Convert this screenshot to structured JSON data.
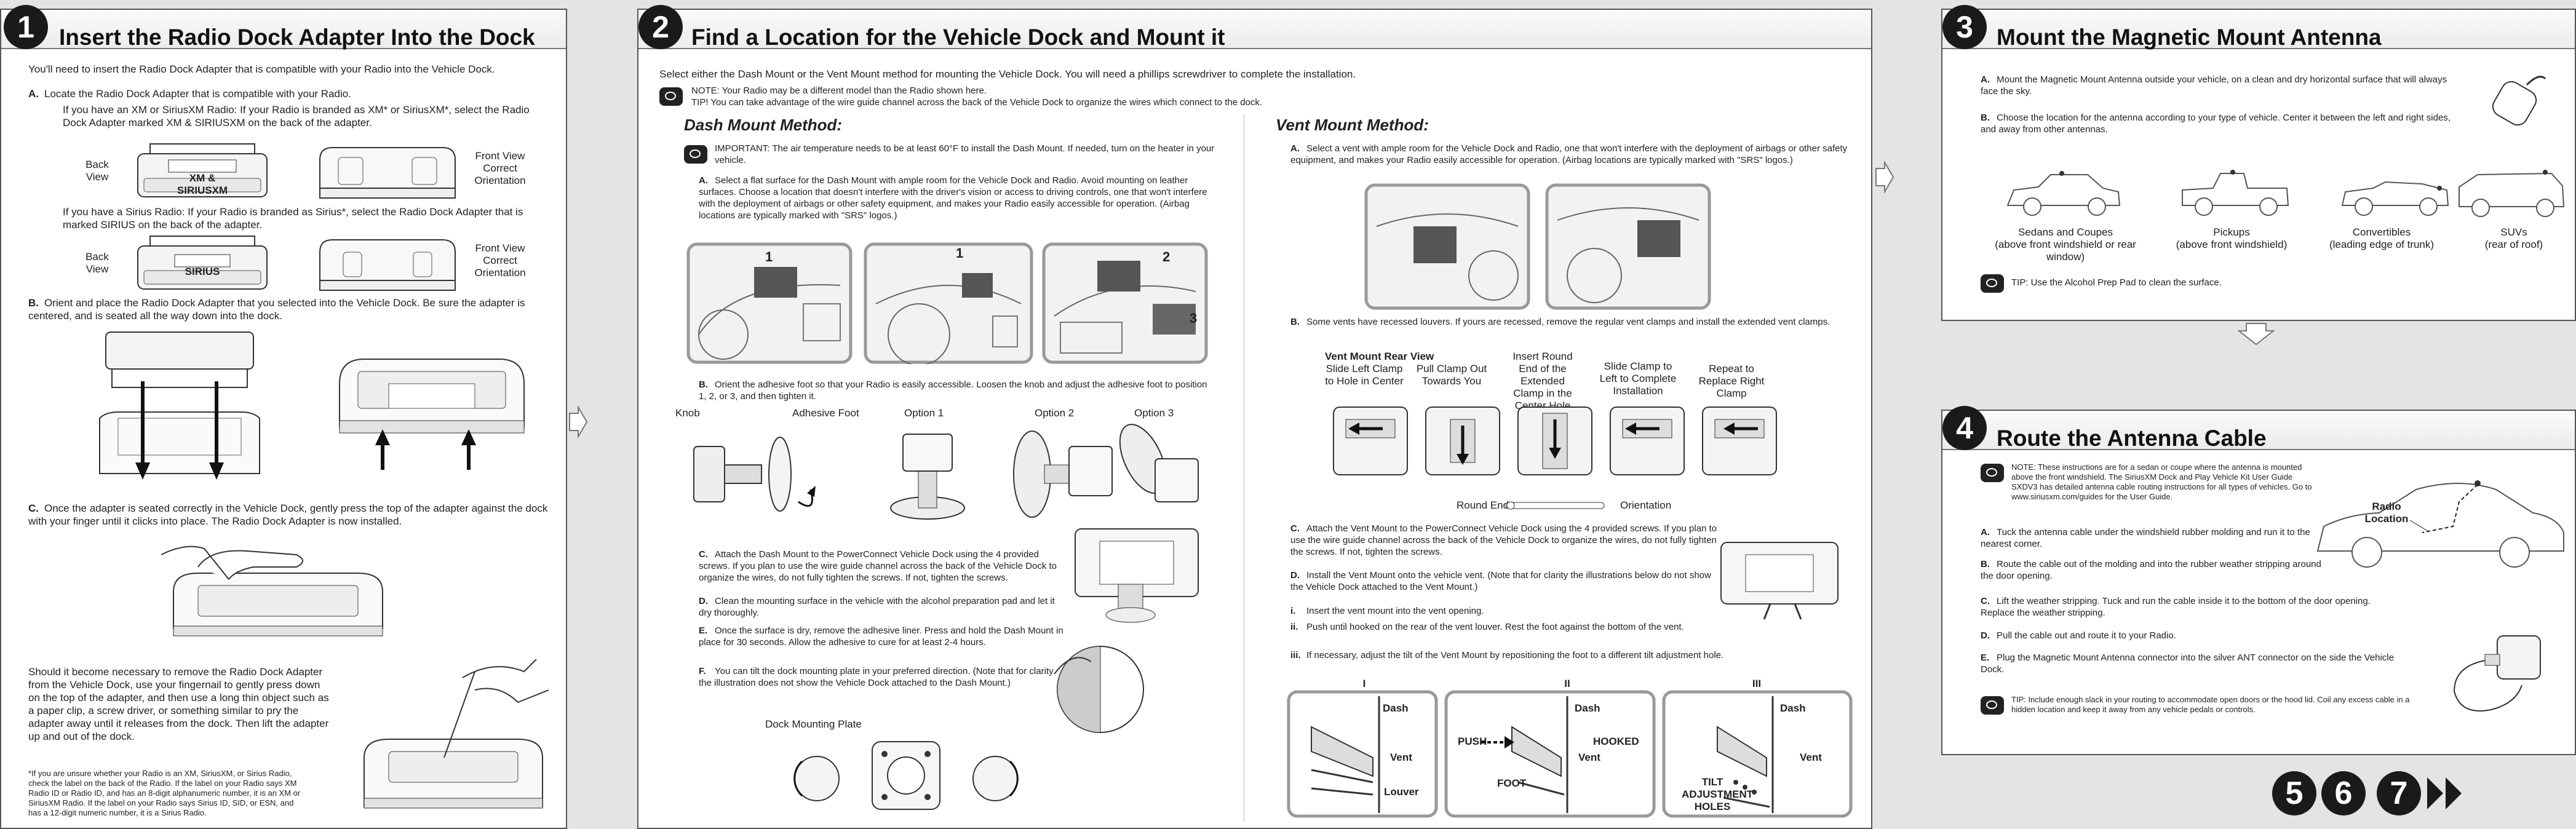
{
  "step1": {
    "number": "1",
    "title": "Insert the Radio Dock Adapter Into the Dock",
    "intro": "You'll need to insert the Radio Dock Adapter that is compatible with your Radio into the Vehicle Dock.",
    "a_mark": "A.",
    "a_text": "Locate the Radio Dock Adapter that is compatible with your Radio.",
    "xm_text": "If you have an XM or SiriusXM Radio: If your Radio is branded as XM* or SiriusXM*, select the Radio Dock Adapter marked XM & SIRIUSXM on the back of the adapter.",
    "back_view": "Back View",
    "front_view": "Front View Correct Orientation",
    "xm_adapter_label": "XM & SIRIUSXM",
    "sirius_text": "If you have a Sirius Radio: If your Radio is branded as Sirius*, select the Radio Dock Adapter that is marked SIRIUS on the back of the adapter.",
    "sirius_adapter_label": "SIRIUS",
    "b_mark": "B.",
    "b_text": "Orient and place the Radio Dock Adapter that you selected into the Vehicle Dock. Be sure the adapter is centered, and is seated all the way down into the dock.",
    "c_mark": "C.",
    "c_text": "Once the adapter is seated correctly in the Vehicle Dock, gently press the top of the adapter against the dock with your finger until it clicks into place. The Radio Dock Adapter is now installed.",
    "remove_text": "Should it become necessary to remove the Radio Dock Adapter from the Vehicle Dock, use your fingernail to gently press down on the top of the adapter, and then use a long thin object such as a paper clip, a screw driver, or something similar to pry the adapter away until it releases from the dock. Then lift the adapter up and out of the dock.",
    "footnote": "*If you are unsure whether your Radio is an XM, SiriusXM, or Sirius Radio, check the label on the back of the Radio. If the label on your Radio says XM Radio ID or Radio ID, and has an 8-digit alphanumeric number, it is an XM or SiriusXM Radio. If the label on your Radio says Sirius ID, SID, or ESN, and has a 12-digit numeric number, it is a Sirius Radio."
  },
  "step2": {
    "number": "2",
    "title": "Find a Location for the Vehicle Dock and Mount it",
    "intro": "Select either the Dash Mount or the Vent Mount method for mounting the Vehicle Dock. You will need a phillips screwdriver to complete the installation.",
    "note": "NOTE: Your Radio may be a different model than the Radio shown here.",
    "tip": "TIP! You can take advantage of the wire guide channel across the back of the Vehicle Dock to organize the wires which connect to the dock.",
    "dash": {
      "heading": "Dash Mount Method:",
      "important": "IMPORTANT: The air temperature needs to be at least 60°F to install the Dash Mount. If needed, turn on the heater in your vehicle.",
      "a_mark": "A.",
      "a_text": "Select a flat surface for the Dash Mount with ample room for the Vehicle Dock and Radio. Avoid mounting on leather surfaces. Choose a location that doesn't interfere with the driver's vision or access to driving controls, one that won't interfere with the deployment of airbags or other safety equipment, and makes your Radio easily accessible for operation. (Airbag locations are typically marked with \"SRS\" logos.)",
      "photo_labels": [
        "1",
        "1",
        "2",
        "3"
      ],
      "b_mark": "B.",
      "b_text": "Orient the adhesive foot so that your Radio is easily accessible. Loosen the knob and adjust the adhesive foot to position 1, 2, or 3, and then tighten it.",
      "knob": "Knob",
      "adhesive_foot": "Adhesive Foot",
      "option1": "Option 1",
      "option2": "Option 2",
      "option3": "Option 3",
      "c_mark": "C.",
      "c_text": "Attach the Dash Mount to the PowerConnect Vehicle Dock using the 4 provided screws. If you plan to use the wire guide channel across the back of the Vehicle Dock to organize the wires, do not fully tighten the screws. If not, tighten the screws.",
      "d_mark": "D.",
      "d_text": "Clean the mounting surface in the vehicle with the alcohol preparation pad and let it dry thoroughly.",
      "e_mark": "E.",
      "e_text": "Once the surface is dry, remove the adhesive liner. Press and hold the Dash Mount in place for 30 seconds. Allow the adhesive to cure for at least 2-4 hours.",
      "f_mark": "F.",
      "f_text": "You can tilt the dock mounting plate in your preferred direction. (Note that for clarity the illustration does not show the Vehicle Dock attached to the Dash Mount.)",
      "plate_label": "Dock Mounting Plate"
    },
    "vent": {
      "heading": "Vent Mount Method:",
      "a_mark": "A.",
      "a_text": "Select a vent with ample room for the Vehicle Dock and Radio, one that won't interfere with the deployment of airbags or other safety equipment, and makes your Radio easily accessible for operation. (Airbag locations are typically marked with \"SRS\" logos.)",
      "b_mark": "B.",
      "b_text": "Some vents have recessed louvers. If yours are recessed, remove the regular vent clamps and install the extended vent clamps.",
      "rear_view": "Vent Mount Rear View",
      "steps": [
        "Slide Left Clamp to Hole in Center",
        "Pull Clamp Out Towards You",
        "Insert Round End of the Extended Clamp in the Center Hole",
        "Slide Clamp to Left to Complete Installation",
        "Repeat to Replace Right Clamp"
      ],
      "round_end": "Round End",
      "orientation": "Orientation",
      "c_mark": "C.",
      "c_text": "Attach the Vent Mount to the PowerConnect Vehicle Dock using the 4 provided screws. If you plan to use the wire guide channel across the back of the Vehicle Dock to organize the wires, do not fully tighten the screws. If not, tighten the screws.",
      "d_mark": "D.",
      "d_text": "Install the Vent Mount onto the vehicle vent. (Note that for clarity the illustrations below do not show the Vehicle Dock attached to the Vent Mount.)",
      "i_mark": "i.",
      "i_text": "Insert the vent mount into the vent opening.",
      "ii_mark": "ii.",
      "ii_text": "Push until hooked on the rear of the vent louver. Rest the foot against the bottom of the vent.",
      "iii_mark": "iii.",
      "iii_text": "If necessary, adjust the tilt of the Vent Mount by repositioning the foot to a different tilt adjustment hole.",
      "panel_nums": [
        "I",
        "II",
        "III"
      ],
      "dash_label": "Dash",
      "vent_label": "Vent",
      "louver_label": "Louver",
      "push_label": "PUSH",
      "hooked_label": "HOOKED",
      "foot_label": "FOOT",
      "tilt_label": "TILT ADJUSTMENT HOLES"
    }
  },
  "step3": {
    "number": "3",
    "title": "Mount the Magnetic Mount Antenna",
    "a_mark": "A.",
    "a_text": "Mount the Magnetic Mount Antenna outside your vehicle, on a clean and dry horizontal surface that will always face the sky.",
    "b_mark": "B.",
    "b_text": "Choose the location for the antenna according to your type of vehicle. Center it between the left and right sides, and away from other antennas.",
    "vehicles": [
      {
        "name": "Sedans and Coupes",
        "where": "(above front windshield or rear window)"
      },
      {
        "name": "Pickups",
        "where": "(above front windshield)"
      },
      {
        "name": "Convertibles",
        "where": "(leading edge of trunk)"
      },
      {
        "name": "SUVs",
        "where": "(rear of roof)"
      }
    ],
    "tip": "TIP: Use the Alcohol Prep Pad to clean the surface."
  },
  "step4": {
    "number": "4",
    "title": "Route the Antenna Cable",
    "note": "NOTE: These instructions are for a sedan or coupe where the antenna is mounted above the front windshield. The SiriusXM Dock and Play Vehicle Kit User Guide SXDV3 has detailed antenna cable routing instructions for all types of vehicles. Go to www.siriusxm.com/guides for the User Guide.",
    "radio_location": "Radio Location",
    "a_mark": "A.",
    "a_text": "Tuck the antenna cable under the windshield rubber molding and run it to the nearest corner.",
    "b_mark": "B.",
    "b_text": "Route the cable out of the molding and into the rubber weather stripping around the door opening.",
    "c_mark": "C.",
    "c_text": "Lift the weather stripping. Tuck and run the cable inside it to the bottom of the door opening. Replace the weather stripping.",
    "d_mark": "D.",
    "d_text": "Pull the cable out and route it to your Radio.",
    "e_mark": "E.",
    "e_text": "Plug the Magnetic Mount Antenna connector into the silver ANT connector on the side the Vehicle Dock.",
    "tip": "TIP: Include enough slack in your routing to accommodate open doors or the hood lid. Coil any excess cable in a hidden location and keep it away from any vehicle pedals or controls."
  },
  "nav": {
    "next": [
      "5",
      "6",
      "7"
    ]
  }
}
